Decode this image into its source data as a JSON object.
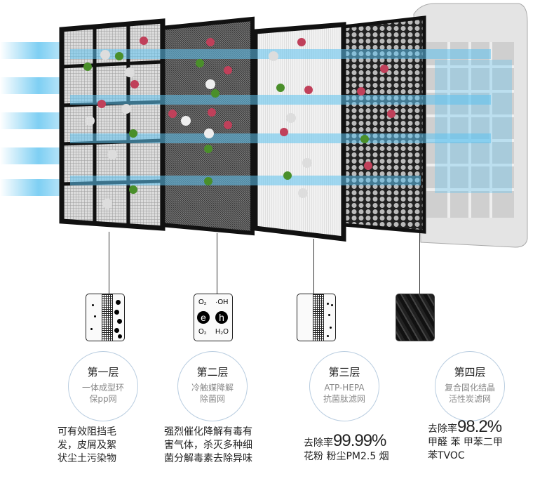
{
  "layers": [
    {
      "title": "第一层",
      "subtitle": [
        "一体成型环",
        "保pp网"
      ],
      "description": [
        "可有效阻挡毛",
        "发，皮屑及絮",
        "状尘土污染物"
      ]
    },
    {
      "title": "第二层",
      "subtitle": [
        "冷触媒降解",
        "除菌网"
      ],
      "description": [
        "强烈催化降解有毒有",
        "害气体，杀灭多种细",
        "菌分解毒素去除异味"
      ]
    },
    {
      "title": "第三层",
      "subtitle": [
        "ATP-HEPA",
        "抗菌肽滤网"
      ],
      "removal_prefix": "去除率",
      "removal_rate": "99.99%",
      "description": [
        "花粉 粉尘PM2.5 烟"
      ]
    },
    {
      "title": "第四层",
      "subtitle": [
        "复合固化结晶",
        "活性炭滤网"
      ],
      "removal_prefix": "去除率",
      "removal_rate": "98.2%",
      "description": [
        "甲醛 苯 甲苯二甲",
        "苯TVOC"
      ]
    }
  ],
  "catalyst_icon": {
    "o2_top": "O₂",
    "oh": "·OH",
    "e": "e",
    "h": "h",
    "o2_bottom": "O₂",
    "h2o": "H₂O"
  },
  "colors": {
    "air": "#5ec3f0",
    "bacteria_red": "#c0405a",
    "bacteria_green": "#4a8f2a",
    "circle_border": "#b9cde0"
  }
}
